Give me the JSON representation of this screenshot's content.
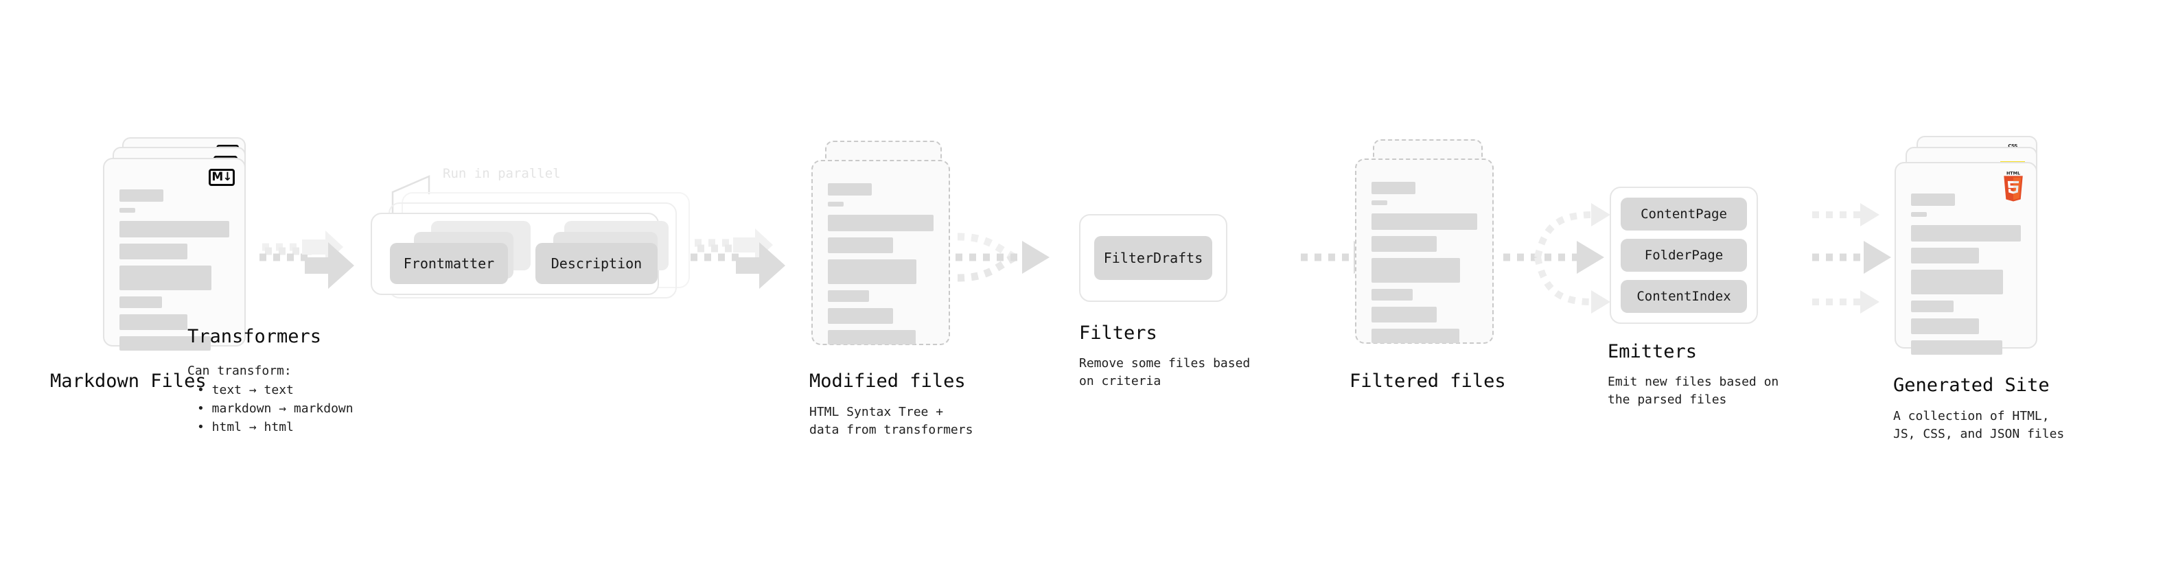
{
  "diagram": {
    "title_font_color": "#0d0d0d",
    "accent_colors": {
      "html5": "#E44D26",
      "html5_light": "#F16529",
      "css3": "#1572B6",
      "js": "#F7DF1E",
      "bar_gray": "#d9d9d9",
      "chip_gray": "#d8d8d8",
      "arrow_gray": "#d4d4d4",
      "arrow_faint": "#ededed"
    },
    "stages": [
      {
        "id": "markdown-files",
        "title": "Markdown Files",
        "subtitle": "",
        "badge": "markdown-badge",
        "badge_text": "M↓",
        "kind": "document-stack",
        "stack_count": 3,
        "dashed": false
      },
      {
        "id": "transformers",
        "title": "Transformers",
        "subtitle": "Can transform:",
        "bullets": [
          "• text → text",
          "• markdown → markdown",
          "• html → html"
        ],
        "parallel_label": "Run in parallel",
        "kind": "group",
        "chips": [
          "Frontmatter",
          "Description"
        ]
      },
      {
        "id": "modified-files",
        "title": "Modified files",
        "subtitle": "HTML Syntax Tree +\ndata from transformers",
        "kind": "document-stack",
        "stack_count": 2,
        "dashed": true
      },
      {
        "id": "filters",
        "title": "Filters",
        "subtitle": "Remove some files based\non criteria",
        "kind": "group",
        "chips": [
          "FilterDrafts"
        ]
      },
      {
        "id": "filtered-files",
        "title": "Filtered files",
        "subtitle": "",
        "kind": "document-stack",
        "stack_count": 2,
        "dashed": true
      },
      {
        "id": "emitters",
        "title": "Emitters",
        "subtitle": "Emit new files based on\nthe parsed files",
        "kind": "group",
        "chips": [
          "ContentPage",
          "FolderPage",
          "ContentIndex"
        ]
      },
      {
        "id": "generated-site",
        "title": "Generated Site",
        "subtitle": "A collection of HTML,\nJS, CSS, and JSON files",
        "kind": "document-stack",
        "stack_count": 3,
        "dashed": false,
        "badges": [
          "html5-badge",
          "js-badge",
          "css3-badge"
        ],
        "css_badge_text": "CSS"
      }
    ],
    "connectors": [
      {
        "id": "md-to-transformers",
        "style": "dotted-triple"
      },
      {
        "id": "transformers-to-modified",
        "style": "dotted-triple"
      },
      {
        "id": "modified-to-filters",
        "style": "dotted-converge"
      },
      {
        "id": "filters-to-filtered",
        "style": "dotted-single"
      },
      {
        "id": "filtered-to-emitters",
        "style": "dotted-fanout"
      },
      {
        "id": "emitters-to-site",
        "style": "dotted-triple-parallel"
      }
    ],
    "inner_arrows": {
      "transformers": "frontmatter-to-description"
    }
  }
}
